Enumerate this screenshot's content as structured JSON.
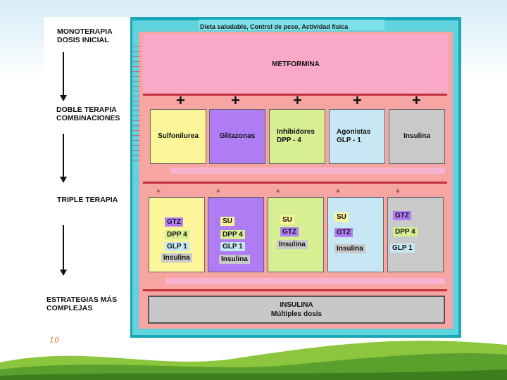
{
  "left_labels": {
    "monoterapia": "MONOTERAPIA\nDOSIS INICIAL",
    "doble": "DOBLE TERAPIA\nCOMBINACIONES",
    "triple": "TRIPLE TERAPIA",
    "estrategias": "ESTRATEGIAS MÁS\nCOMPLEJAS"
  },
  "top_banner": "Dieta saludable, Control de peso, Actividad física",
  "metformina": "METFORMINA",
  "plus": "+",
  "dual_boxes": [
    {
      "label": "Sulfonilurea",
      "color": "#fcf59a"
    },
    {
      "label": "Glitazonas",
      "color": "#b07cf4"
    },
    {
      "label": "Inhibidores\nDPP - 4",
      "color": "#d8ee93"
    },
    {
      "label": "Agonistas\nGLP - 1",
      "color": "#c6e7f3"
    },
    {
      "label": "Insulina",
      "color": "#c9c9c9"
    }
  ],
  "triple_columns": [
    {
      "color": "#fcf59a",
      "items": [
        {
          "text": "GTZ",
          "bg": "#b07cf4"
        },
        {
          "text": "DPP 4",
          "bg": "#d8ee93"
        },
        {
          "text": "GLP 1",
          "bg": "#c6e7f3"
        },
        {
          "text": "Insulina",
          "bg": "#c9c9c9"
        }
      ]
    },
    {
      "color": "#b07cf4",
      "items": [
        {
          "text": "SU",
          "bg": "#fcf59a"
        },
        {
          "text": "DPP 4",
          "bg": "#d8ee93"
        },
        {
          "text": "GLP 1",
          "bg": "#c6e7f3"
        },
        {
          "text": "Insulina",
          "bg": "#c9c9c9"
        }
      ]
    },
    {
      "color": "#d8ee93",
      "items": [
        {
          "text": "SU",
          "bg": "#fcf59a"
        },
        {
          "text": "GTZ",
          "bg": "#b07cf4"
        },
        {
          "text": "Insulina",
          "bg": "#c9c9c9"
        }
      ]
    },
    {
      "color": "#c6e7f3",
      "items": [
        {
          "text": "SU",
          "bg": "#fcf59a"
        },
        {
          "text": "GTZ",
          "bg": "#b07cf4"
        },
        {
          "text": "Insulina",
          "bg": "#c9c9c9"
        }
      ]
    },
    {
      "color": "#c9c9c9",
      "items": [
        {
          "text": "GTZ",
          "bg": "#b07cf4"
        },
        {
          "text": "DPP 4",
          "bg": "#d8ee93"
        },
        {
          "text": "GLP 1",
          "bg": "#c6e7f3"
        }
      ]
    }
  ],
  "insulina_box": {
    "line1": "INSULINA",
    "line2": "Múltiples dosis"
  },
  "page_number": "10"
}
